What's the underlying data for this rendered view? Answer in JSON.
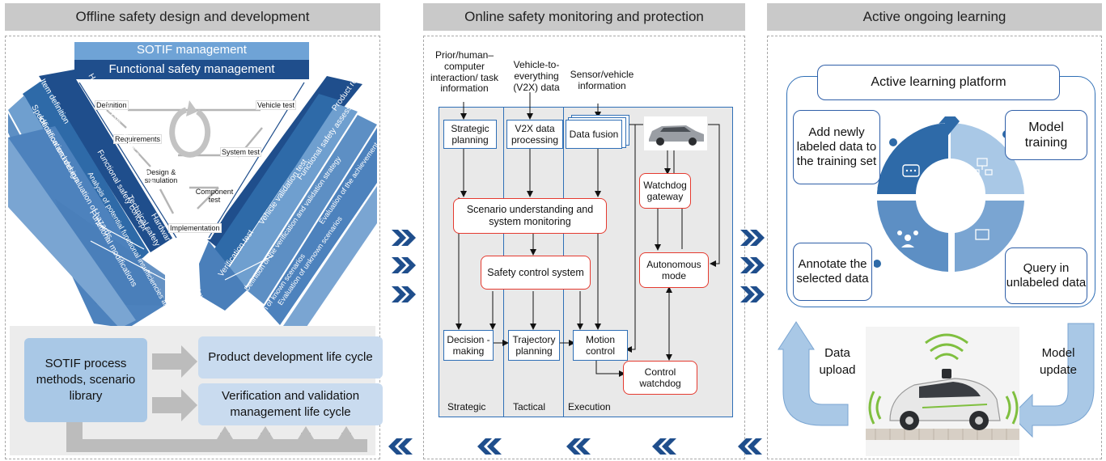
{
  "headers": {
    "offline": "Offline safety design and development",
    "online": "Online safety monitoring and protection",
    "learning": "Active ongoing learning"
  },
  "offline": {
    "sotif_management": "SOTIF management",
    "functional_safety_management": "Functional safety management",
    "v_left": [
      "Item definition",
      "Hazard analysis and risk assessment",
      "Functional safety concept",
      "Technical safety concept",
      "Hardware and software development",
      "Specification and design",
      "Identification and evaluation of hazards",
      "Functional modifications",
      "Analysis of potential functional insufficiencies and triggering conditions"
    ],
    "v_right": [
      "Product release",
      "Functional safety assessment",
      "Vehicle validation test",
      "Verification test",
      "Evaluation of the achievement of the SOTIF",
      "Definition of the verification and validation strategy",
      "Evaluation of unknown scenarios",
      "Evaluation of known scenarios"
    ],
    "v_inner": {
      "definition": "Definition",
      "requirements": "Requirements",
      "design": "Design & simulation",
      "implementation": "Implementation",
      "component_test": "Component test",
      "system_test": "System test",
      "vehicle_test": "Vehicle test"
    },
    "bottom": {
      "sotif_process": "SOTIF process methods, scenario library",
      "product_dev": "Product development life cycle",
      "vv_management": "Verification and validation management life cycle"
    }
  },
  "online": {
    "inputs": {
      "prior": "Prior/human–computer interaction/ task information",
      "v2x": "Vehicle-to-everything (V2X) data",
      "sensor": "Sensor/vehicle information"
    },
    "boxes": {
      "strategic_planning": "Strategic planning",
      "v2x_processing": "V2X data processing",
      "data_fusion": "Data fusion",
      "scenario_understanding": "Scenario understanding and system monitoring",
      "safety_control": "Safety control system",
      "decision_making": "Decision -making",
      "trajectory_planning": "Trajectory planning",
      "motion_control": "Motion control",
      "watchdog_gateway": "Watchdog gateway",
      "autonomous_mode": "Autonomous mode",
      "control_watchdog": "Control watchdog"
    },
    "layers": {
      "strategic": "Strategic",
      "tactical": "Tactical",
      "execution": "Execution"
    }
  },
  "learning": {
    "platform": "Active learning platform",
    "add_labeled": "Add newly labeled data to the training set",
    "model_training": "Model training",
    "annotate": "Annotate the selected data",
    "query": "Query in unlabeled data",
    "data_upload": "Data upload",
    "model_update": "Model update"
  },
  "colors": {
    "dark_blue": "#1f4e8c",
    "mid_blue": "#2e6aa8",
    "light_blue": "#6f9fcf",
    "pale_blue": "#a9c8e6",
    "red": "#e53a2f",
    "header_gray": "#c9c9c9"
  }
}
